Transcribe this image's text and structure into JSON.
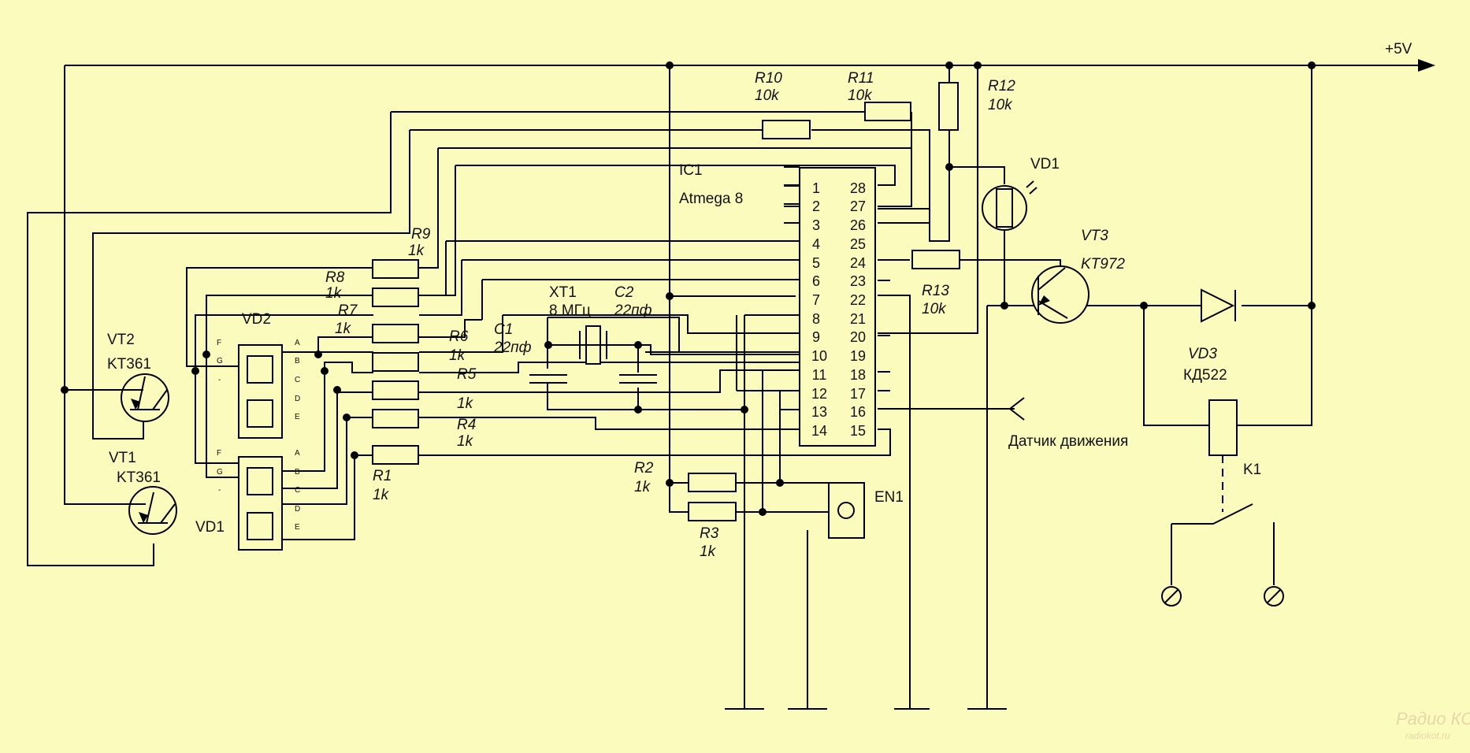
{
  "power": {
    "label": "+5V"
  },
  "ic": {
    "ref": "IC1",
    "part": "Atmega 8",
    "pins_left": [
      "1",
      "2",
      "3",
      "4",
      "5",
      "6",
      "7",
      "8",
      "9",
      "10",
      "11",
      "12",
      "13",
      "14"
    ],
    "pins_right": [
      "28",
      "27",
      "26",
      "25",
      "24",
      "23",
      "22",
      "21",
      "20",
      "19",
      "18",
      "17",
      "16",
      "15"
    ]
  },
  "resistors": {
    "r10": {
      "ref": "R10",
      "value": "10k"
    },
    "r11": {
      "ref": "R11",
      "value": "10k"
    },
    "r12": {
      "ref": "R12",
      "value": "10k"
    },
    "r13": {
      "ref": "R13",
      "value": "10k"
    },
    "r9": {
      "ref": "R9",
      "value": "1k"
    },
    "r8": {
      "ref": "R8",
      "value": "1k"
    },
    "r7": {
      "ref": "R7",
      "value": "1k"
    },
    "r6": {
      "ref": "R6",
      "value": "1k"
    },
    "r5": {
      "ref": "R5",
      "value": "1k"
    },
    "r4": {
      "ref": "R4",
      "value": "1k"
    },
    "r1": {
      "ref": "R1",
      "value": "1k"
    },
    "r2": {
      "ref": "R2",
      "value": "1k"
    },
    "r3": {
      "ref": "R3",
      "value": "1k"
    }
  },
  "crystal": {
    "ref": "XT1",
    "value": "8 МГц"
  },
  "c1": {
    "ref": "C1",
    "value": "22пф"
  },
  "c2": {
    "ref": "C2",
    "value": "22пф"
  },
  "vt1": {
    "ref": "VT1",
    "part": "KT361"
  },
  "vt2": {
    "ref": "VT2",
    "part": "KT361"
  },
  "vt3": {
    "ref": "VT3",
    "part": "KT972"
  },
  "vd1_led": {
    "ref": "VD1"
  },
  "vd1_display": {
    "ref": "VD1"
  },
  "vd2_display": {
    "ref": "VD2"
  },
  "vd3": {
    "ref": "VD3",
    "part": "КД522"
  },
  "k1": {
    "ref": "K1"
  },
  "en1": {
    "ref": "EN1"
  },
  "sensor": {
    "label": "Датчик движения"
  },
  "display_pins_left": [
    "F",
    "G",
    "-"
  ],
  "display_pins_right": [
    "A",
    "B",
    "C",
    "D",
    "E"
  ],
  "watermark": {
    "logo": "Радио КОТ",
    "site": "radiokot.ru"
  }
}
